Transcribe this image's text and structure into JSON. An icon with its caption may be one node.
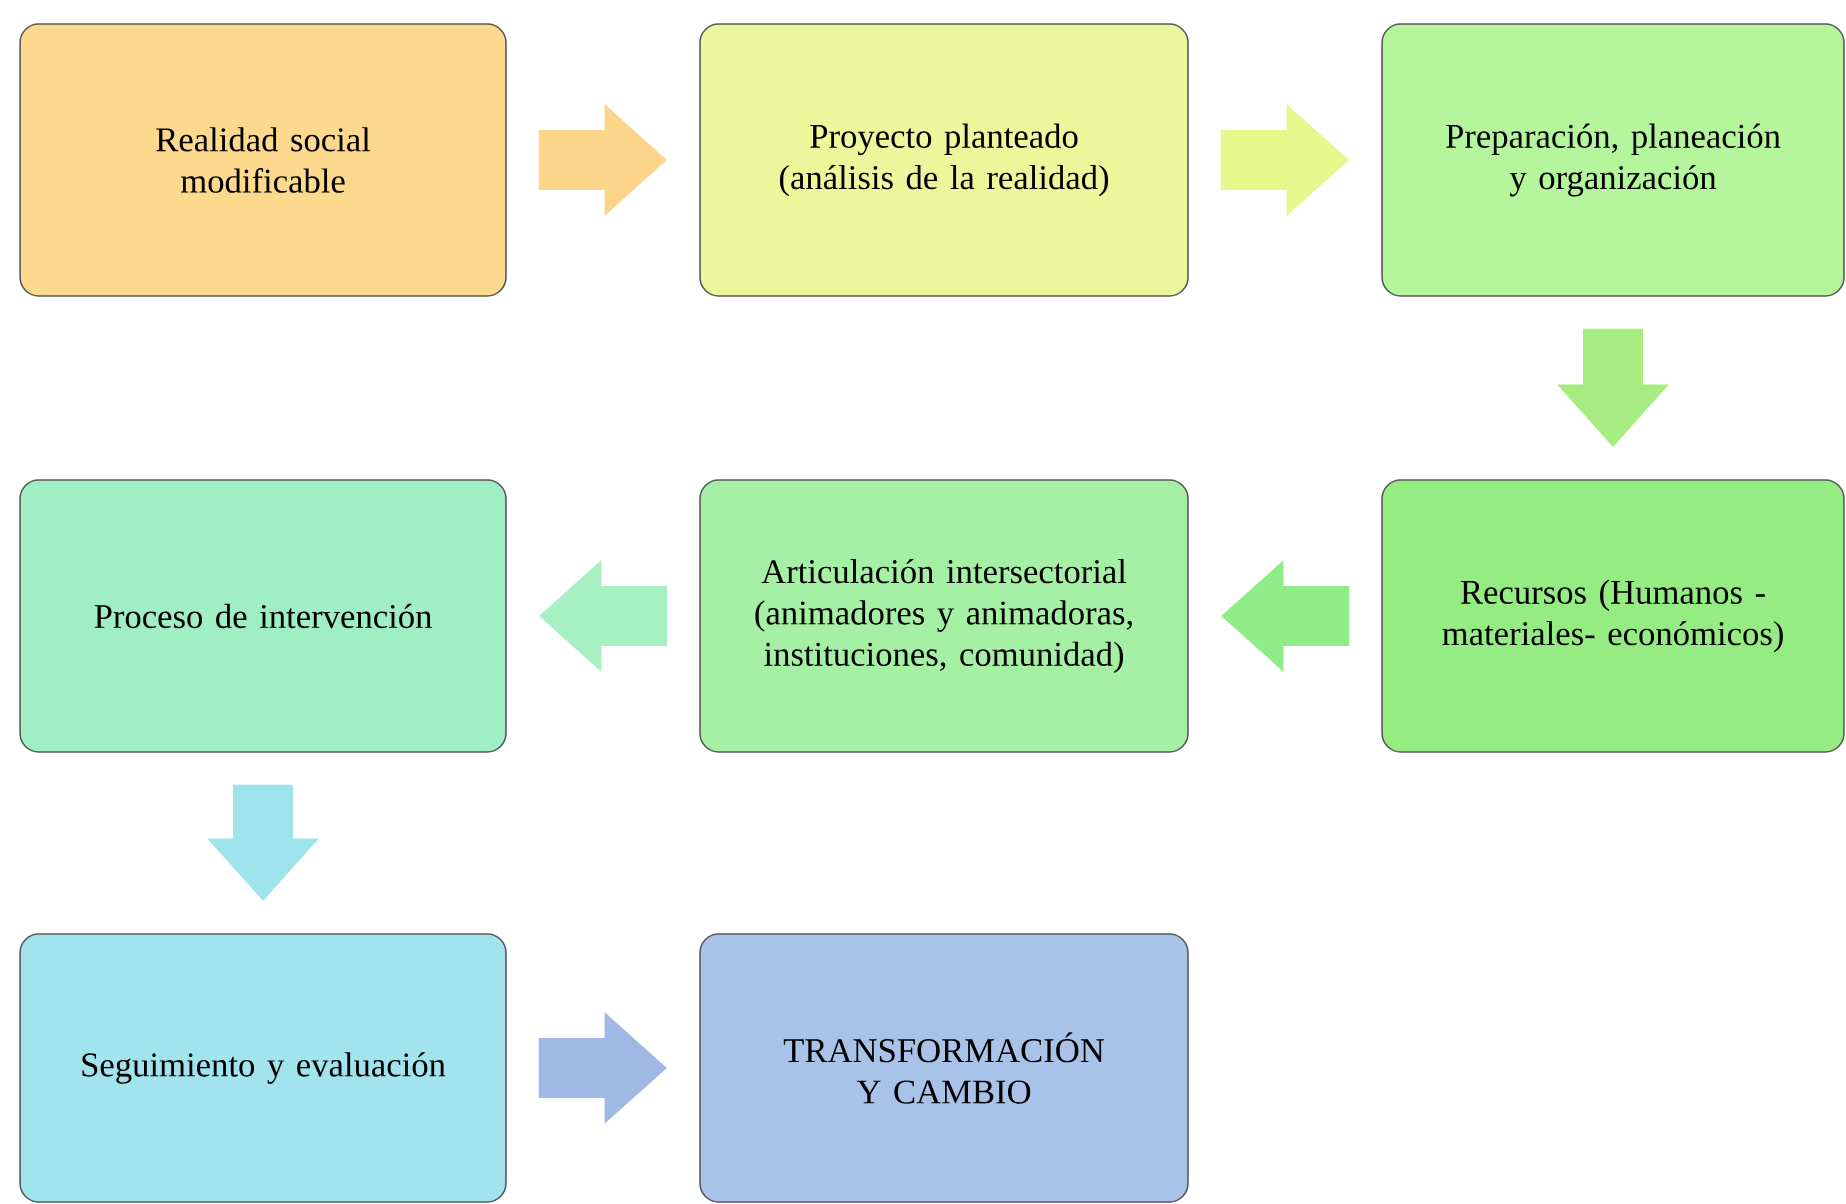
{
  "diagram": {
    "nodes": [
      {
        "text": [
          "Realidad social modificable"
        ]
      },
      {
        "text": [
          "Proyecto planteado (análisis de la realidad)"
        ]
      },
      {
        "text": [
          "Preparación, planeación y organización"
        ]
      },
      {
        "text": [
          "Recursos (Humanos - materiales- económicos)"
        ]
      },
      {
        "text": [
          "Articulación intersectorial (animadores y animadoras, instituciones, comunidad)"
        ]
      },
      {
        "text": [
          "Proceso de intervención"
        ]
      },
      {
        "text": [
          "Seguimiento y evaluación"
        ]
      },
      {
        "text": [
          "TRANSFORMACIÓN Y CAMBIO"
        ]
      }
    ],
    "edges": [
      {
        "from": 0,
        "to": 1,
        "arrow": "to",
        "color": "#fcd58a"
      },
      {
        "from": 1,
        "to": 2,
        "arrow": "to",
        "color": "#e6f88c"
      },
      {
        "from": 2,
        "to": 3,
        "arrow": "to",
        "color": "#a6ec80"
      },
      {
        "from": 3,
        "to": 4,
        "arrow": "to",
        "color": "#90ec88"
      },
      {
        "from": 4,
        "to": 5,
        "arrow": "to",
        "color": "#a6f0c2"
      },
      {
        "from": 5,
        "to": 6,
        "arrow": "to",
        "color": "#9fe4ec"
      },
      {
        "from": 6,
        "to": 7,
        "arrow": "to",
        "color": "#a0b8e4"
      }
    ]
  }
}
